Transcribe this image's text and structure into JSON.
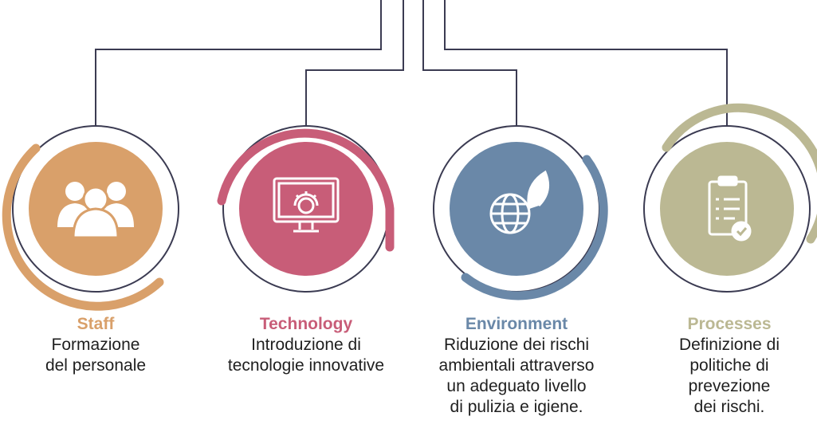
{
  "colors": {
    "staff": "#d9a06a",
    "technology": "#c85d78",
    "environment": "#6a88a8",
    "processes": "#bbb893",
    "line": "#3b3b52"
  },
  "nodes": [
    {
      "title": "Staff",
      "desc": "Formazione\ndel personale",
      "icon": "users-group-icon"
    },
    {
      "title": "Technology",
      "desc": "Introduzione di\ntecnologie innovative",
      "icon": "monitor-gear-icon"
    },
    {
      "title": "Environment",
      "desc": "Riduzione dei rischi\nambientali attraverso\nun adeguato livello\ndi pulizia e igiene.",
      "icon": "globe-leaf-icon"
    },
    {
      "title": "Processes",
      "desc": "Definizione di\npolitiche di\nprevezione\ndei rischi.",
      "icon": "checklist-icon"
    }
  ]
}
